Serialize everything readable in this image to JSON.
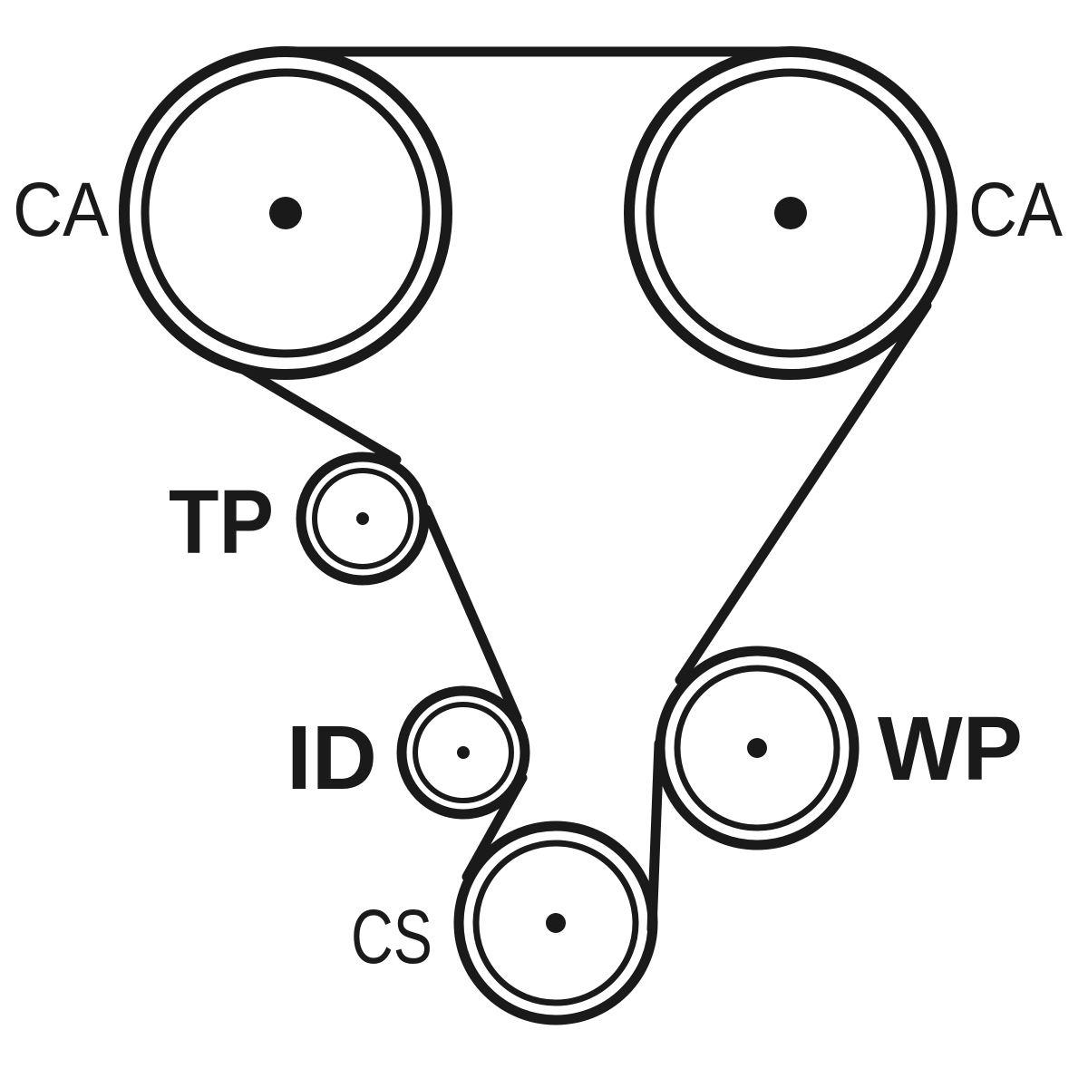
{
  "diagram": {
    "ink_color": "#1a1a1a",
    "background": "#ffffff",
    "pulleys": [
      {
        "id": "ca-left",
        "label": "CA"
      },
      {
        "id": "ca-right",
        "label": "CA"
      },
      {
        "id": "tp",
        "label": "TP"
      },
      {
        "id": "id",
        "label": "ID"
      },
      {
        "id": "cs",
        "label": "CS"
      },
      {
        "id": "wp",
        "label": "WP"
      }
    ]
  }
}
